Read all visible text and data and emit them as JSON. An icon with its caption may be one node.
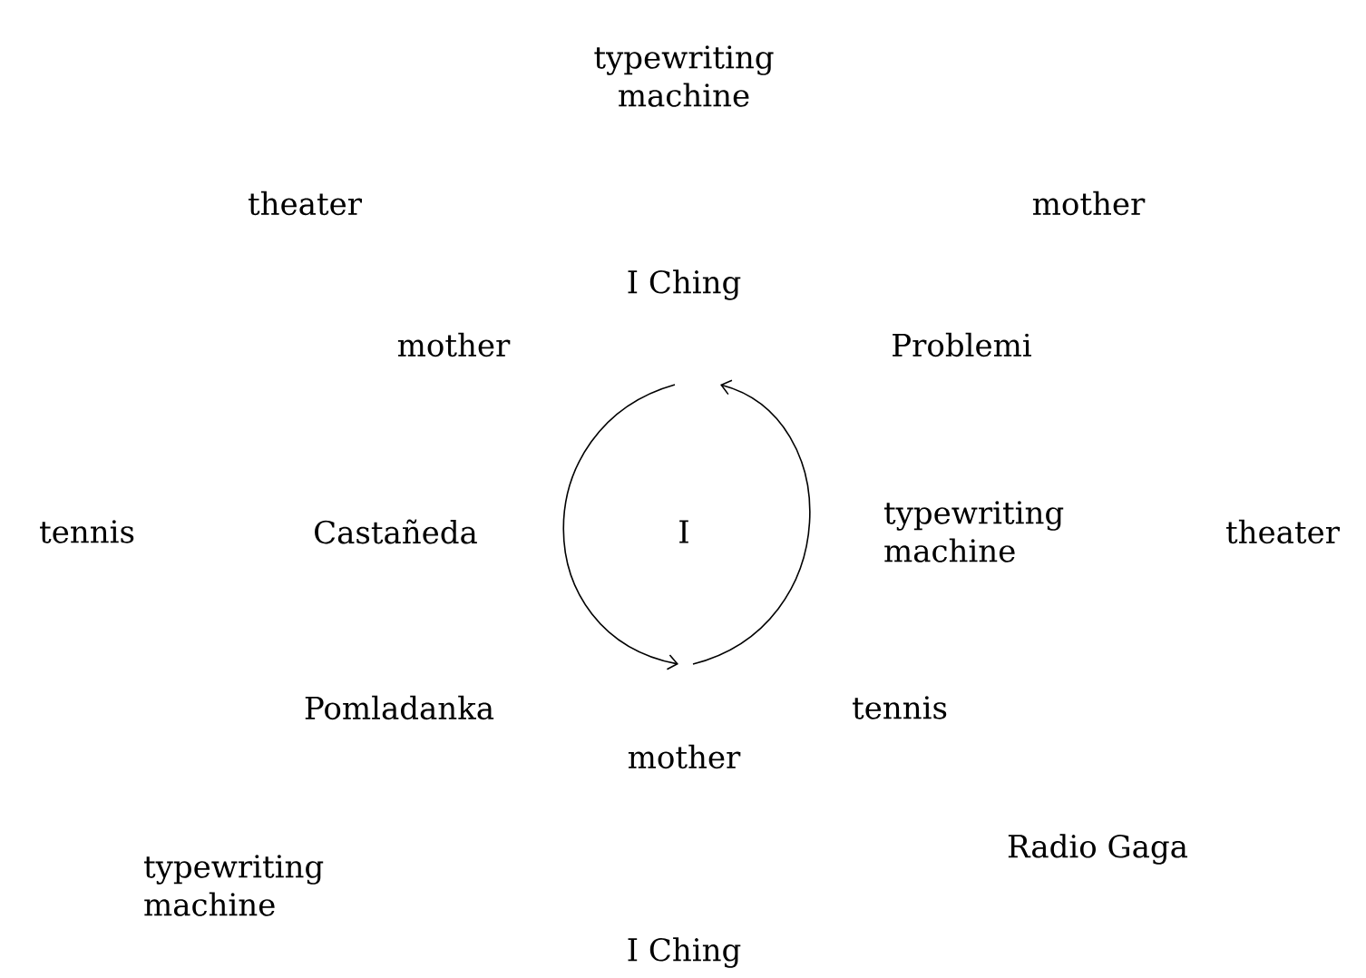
{
  "diagram": {
    "labels": [
      "typewriting machine",
      "theater",
      "mother",
      "I Ching",
      "mother",
      "Problemi",
      "tennis",
      "Castañeda",
      "I",
      "typewriting machine",
      "theater",
      "Pomladanka",
      "tennis",
      "mother",
      "typewriting machine",
      "Radio Gaga",
      "I Ching"
    ]
  }
}
